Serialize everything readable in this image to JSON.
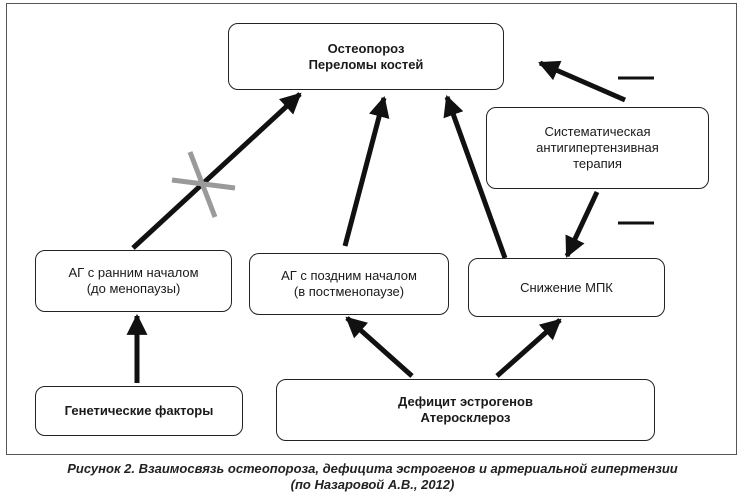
{
  "boxes": {
    "osteoporosis": {
      "line1": "Остеопороз",
      "line2": "Переломы костей"
    },
    "therapy": {
      "line1": "Систематическая",
      "line2": "антигипертензивная",
      "line3": "терапия"
    },
    "early_ag": {
      "line1": "АГ с ранним началом",
      "line2": "(до менопаузы)"
    },
    "late_ag": {
      "line1": "АГ с поздним началом",
      "line2": "(в постменопаузе)"
    },
    "bmd": {
      "line1": "Снижение МПК"
    },
    "genetic": {
      "line1": "Генетические факторы"
    },
    "estrogen": {
      "line1": "Дефицит эстрогенов",
      "line2": "Атеросклероз"
    }
  },
  "caption": {
    "line1": "Рисунок 2. Взаимосвязь остеопороза, дефицита эстрогенов и артериальной гипертензии",
    "line2": "(по Назаровой А.В., 2012)"
  },
  "colors": {
    "arrow": "#111111",
    "cross": "#9a9a9a"
  }
}
